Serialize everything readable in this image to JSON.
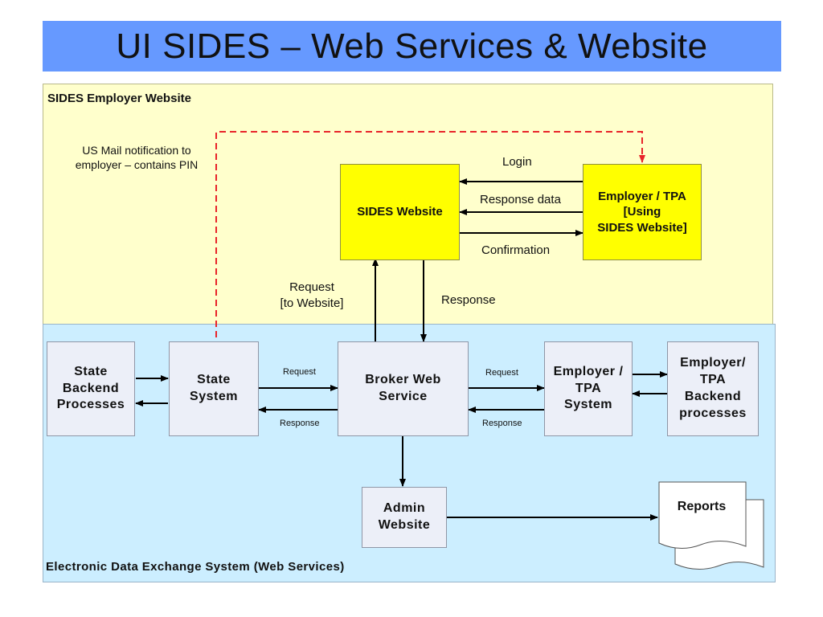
{
  "title": "UI SIDES – Web Services & Website",
  "zones": {
    "website": "SIDES Employer Website",
    "eds": "Electronic Data Exchange System (Web Services)"
  },
  "boxes": {
    "sides_website": "SIDES Website",
    "employer_tpa_website": "Employer / TPA\n[Using\nSIDES Website]",
    "state_backend": "State\nBackend\nProcesses",
    "state_system": "State\nSystem",
    "broker": "Broker Web\nService",
    "employer_tpa_system": "Employer /\nTPA\nSystem",
    "employer_backend": "Employer/\nTPA\nBackend\nprocesses",
    "admin": "Admin\nWebsite",
    "reports": "Reports"
  },
  "labels": {
    "mail_note": "US Mail notification to\nemployer – contains PIN",
    "login": "Login",
    "response_data": "Response data",
    "confirmation": "Confirmation",
    "request_to_website": "Request\n[to Website]",
    "response_website": "Response",
    "request_state": "Request",
    "response_state": "Response",
    "request_employer": "Request",
    "response_employer": "Response"
  },
  "colors": {
    "title_bar": "#6699ff",
    "website_zone": "#ffffcc",
    "eds_zone": "#cceeff",
    "highlight_box": "#ffff00",
    "system_box": "#eceff8",
    "mail_line": "#e8242a"
  }
}
